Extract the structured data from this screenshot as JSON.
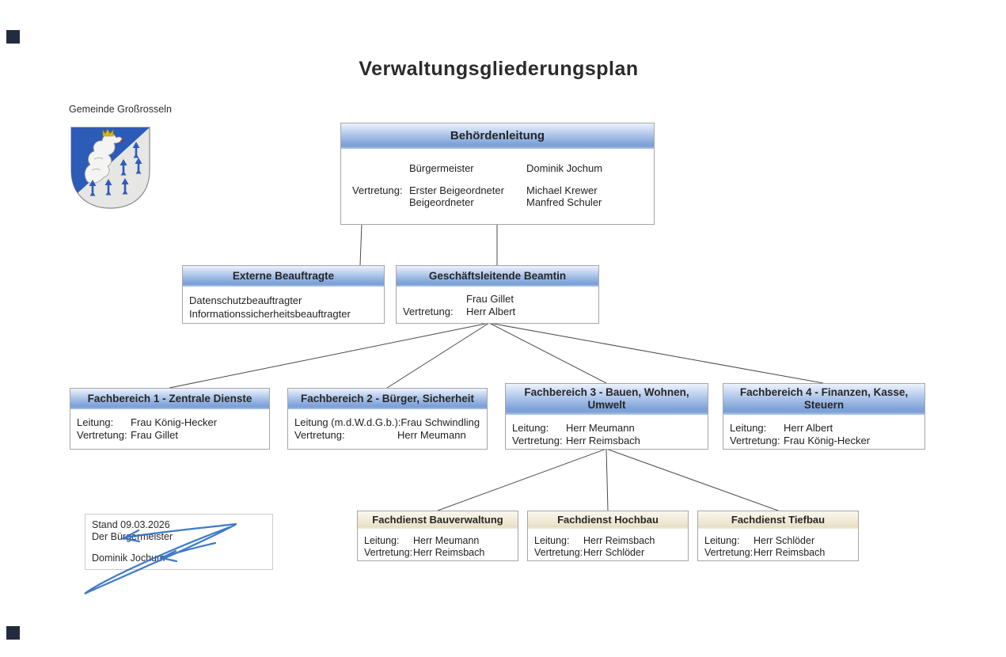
{
  "page": {
    "title": "Verwaltungsgliederungsplan",
    "org_label": "Gemeinde Großrosseln"
  },
  "behoerdenleitung": {
    "header": "Behördenleitung",
    "rows": [
      {
        "label": "",
        "role": "Bürgermeister",
        "name": "Dominik Jochum"
      },
      {
        "label": "Vertretung:",
        "role": "Erster Beigeordneter",
        "name": "Michael Krewer"
      },
      {
        "label": "",
        "role": "Beigeordneter",
        "name": "Manfred Schuler"
      }
    ]
  },
  "externe_beauftragte": {
    "header": "Externe Beauftragte",
    "lines": [
      "Datenschutzbeauftragter",
      "Informationssicherheitsbeauftragter"
    ]
  },
  "geschaeftsleitende_beamtin": {
    "header": "Geschäftsleitende Beamtin",
    "leitung_name": "Frau Gillet",
    "vertretung_label": "Vertretung:",
    "vertretung_name": "Herr Albert"
  },
  "fachbereiche": [
    {
      "header": "Fachbereich 1 - Zentrale Dienste",
      "leitung_label": "Leitung:",
      "leitung": "Frau König-Hecker",
      "vertretung_label": "Vertretung:",
      "vertretung": "Frau Gillet"
    },
    {
      "header": "Fachbereich 2 - Bürger, Sicherheit",
      "leitung_label": "Leitung (m.d.W.d.G.b.):",
      "leitung": "Frau Schwindling",
      "vertretung_label": "Vertretung:",
      "vertretung": "Herr Meumann"
    },
    {
      "header": "Fachbereich 3 - Bauen, Wohnen, Umwelt",
      "leitung_label": "Leitung:",
      "leitung": "Herr Meumann",
      "vertretung_label": "Vertretung:",
      "vertretung": "Herr Reimsbach"
    },
    {
      "header": "Fachbereich 4 - Finanzen, Kasse, Steuern",
      "leitung_label": "Leitung:",
      "leitung": "Herr Albert",
      "vertretung_label": "Vertretung:",
      "vertretung": "Frau König-Hecker"
    }
  ],
  "fachdienste": [
    {
      "header": "Fachdienst Bauverwaltung",
      "leitung_label": "Leitung:",
      "leitung": "Herr Meumann",
      "vertretung_label": "Vertretung:",
      "vertretung": "Herr Reimsbach"
    },
    {
      "header": "Fachdienst Hochbau",
      "leitung_label": "Leitung:",
      "leitung": "Herr Reimsbach",
      "vertretung_label": "Vertretung:",
      "vertretung": "Herr Schlöder"
    },
    {
      "header": "Fachdienst Tiefbau",
      "leitung_label": "Leitung:",
      "leitung": "Herr Schlöder",
      "vertretung_label": "Vertretung:",
      "vertretung": "Herr Reimsbach"
    }
  ],
  "stamp": {
    "line1": "Stand 09.03.2026",
    "line2": "Der Bürgermeister",
    "name": "Dominik Jochum"
  },
  "colors": {
    "header_blue": "#7ea3d8",
    "header_blue_light": "#eef3fc",
    "header_cream": "#ece3cb",
    "crest_blue": "#2d5cb8",
    "signature_blue": "#2f6fc6",
    "connector": "#4a4a4a"
  }
}
